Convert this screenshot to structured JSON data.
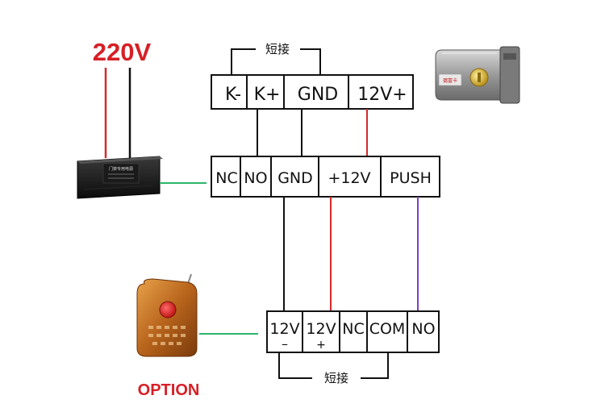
{
  "power_label": "220V",
  "lock_terminals": [
    "K-",
    "K+",
    "GND",
    "12V+"
  ],
  "lock_short_label": "短接",
  "controller_terminals": [
    "NC",
    "NO",
    "GND",
    "+12V",
    "PUSH"
  ],
  "receiver_terminals": [
    {
      "top": "12V",
      "bottom": "–"
    },
    {
      "top": "12V",
      "bottom": "+"
    },
    {
      "top": "NC",
      "bottom": ""
    },
    {
      "top": "COM",
      "bottom": ""
    },
    {
      "top": "NO",
      "bottom": ""
    }
  ],
  "receiver_short_label": "短接",
  "option_label": "OPTION",
  "lock_badge": "璐富卡",
  "psu_label": "门禁专用电源",
  "colors": {
    "red_wire": "#d42a2a",
    "black_wire": "#111111",
    "green_wire": "#2cb56a",
    "purple_wire": "#7b3fc8",
    "accent_red": "#d71f26"
  }
}
